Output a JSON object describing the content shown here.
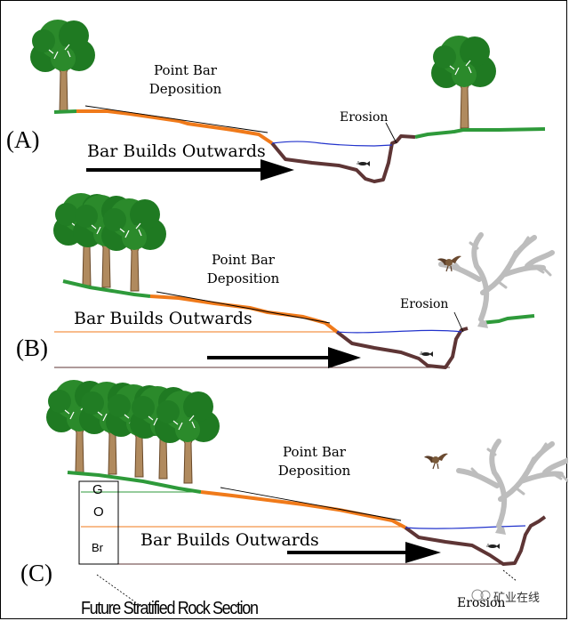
{
  "panels": [
    {
      "label": "(A)",
      "bar_builds": "Bar Builds Outwards",
      "point_bar_line1": "Point Bar",
      "point_bar_line2": "Deposition",
      "erosion": "Erosion"
    },
    {
      "label": "(B)",
      "bar_builds": "Bar Builds Outwards",
      "point_bar_line1": "Point Bar",
      "point_bar_line2": "Deposition",
      "erosion": "Erosion"
    },
    {
      "label": "(C)",
      "bar_builds": "Bar Builds Outwards",
      "point_bar_line1": "Point Bar",
      "point_bar_line2": "Deposition",
      "erosion": "Erosion"
    }
  ],
  "rock_section": {
    "layers": [
      "G",
      "O",
      "Br"
    ],
    "caption": "Future Stratified Rock Section"
  },
  "watermark": "矿业在线",
  "colors": {
    "point_bar": "#f07a1a",
    "channel": "#5e3535",
    "grass": "#2e9a3a",
    "water": "#2233cc",
    "foliage": "#1f7a22",
    "trunk": "#b08a5e",
    "dead_tree": "#bdbdbd"
  }
}
